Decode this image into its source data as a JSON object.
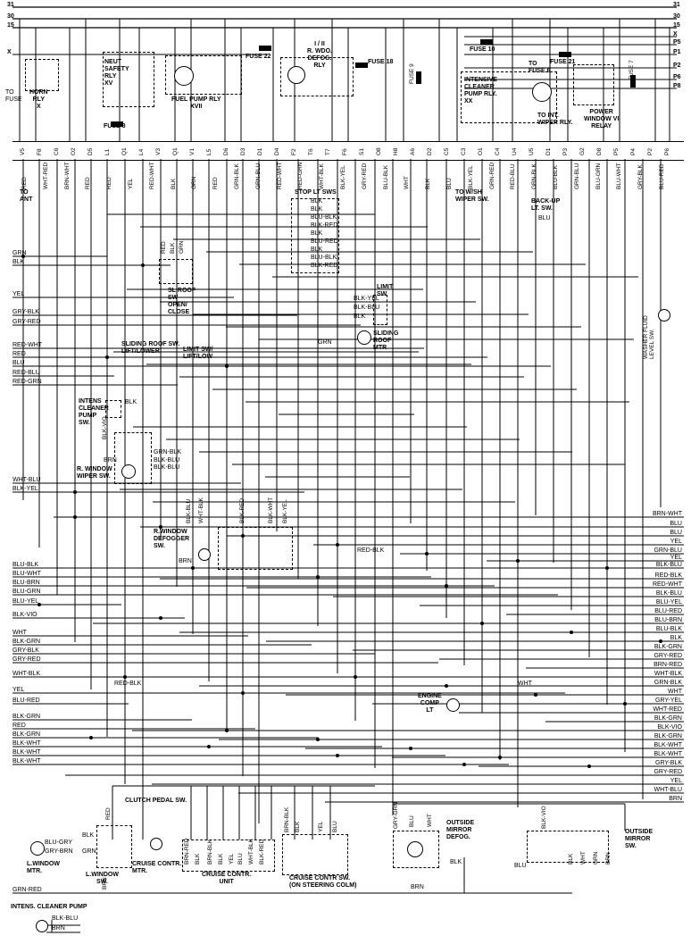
{
  "top_rails": [
    "31",
    "30",
    "15",
    "X"
  ],
  "right_rails": [
    "31",
    "30",
    "15",
    "X",
    "P5",
    "P1",
    "P2",
    "P6",
    "P8"
  ],
  "connector_pins": [
    "V5",
    "F8",
    "C6",
    "O2",
    "D5",
    "L1",
    "Q1",
    "L4",
    "V3",
    "Q1",
    "V1",
    "L5",
    "D6",
    "D3",
    "D1",
    "D4",
    "F2",
    "T6",
    "T7",
    "F6",
    "S1",
    "O8",
    "H8",
    "A6",
    "D2",
    "C5",
    "C3",
    "O1",
    "C4",
    "U4",
    "U5",
    "D1",
    "P3",
    "G2",
    "D8",
    "P5",
    "P4",
    "P2",
    "P6"
  ],
  "connector_wires": [
    "RED",
    "WHT-RED",
    "BRN-WHT",
    "RED",
    "RED",
    "YEL",
    "RED-WHT",
    "BLK",
    "GRN",
    "RED",
    "GRN-BLK",
    "GRN-BLU",
    "RED-WHT",
    "RED-GRN",
    "WHT-BLK",
    "BLK-YEL",
    "GRY-RED",
    "BLU-BLK",
    "WHT",
    "BLK",
    "BLU",
    "BLK-YEL",
    "GRN-RED",
    "RED-BLU",
    "GRN-BLK",
    "BLU-BLK",
    "GRN-BLU",
    "BLU-GRN",
    "BLU-WHT",
    "GRY-BLK",
    "BLU-RED"
  ],
  "left_wires": [
    "GRN",
    "BLK",
    "YEL",
    "GRY-BLK",
    "GRY-RED",
    "RED-WHT",
    "RED",
    "BLU",
    "RED-BLU",
    "RED-GRN",
    "WHT-BLU",
    "BLK-YEL",
    "BLU-BLK",
    "BLU-WHT",
    "BLU-BRN",
    "BLU-GRN",
    "BLU-YEL",
    "BLK-VIO",
    "WHT",
    "BLK-GRN",
    "GRY-BLK",
    "GRY-RED",
    "WHT-BLK",
    "YEL",
    "BLU-RED",
    "BLK-GRN",
    "RED",
    "BLK-GRN",
    "BLK-WHT",
    "BLK-WHT",
    "BLK-WHT",
    "GRN-RED"
  ],
  "right_wires": [
    "BRN-WHT",
    "BLU",
    "BLU",
    "YEL",
    "GRN-BLU",
    "YEL",
    "BLK-BLU",
    "RED-BLK",
    "RED-WHT",
    "BLK-BLU",
    "BLU-YEL",
    "BLU-RED",
    "BLU-BRN",
    "BLU-BLK",
    "BLK",
    "BLK-GRN",
    "GRY-RED",
    "BRN-RED",
    "WHT-BLK",
    "GRN-BLK",
    "WHT",
    "GRY-YEL",
    "WHT-RED",
    "BLK-GRN",
    "BLK-VIO",
    "BLK-GRN",
    "BLK-WHT",
    "BLK-WHT",
    "GRY-BLK",
    "GRY-RED",
    "YEL",
    "WHT-BLU",
    "BRN"
  ],
  "fuses": [
    "FUSE 8",
    "FUSE 22",
    "FUSE 18",
    "FUSE 9",
    "FUSE 10",
    "FUSE 21",
    "FUSE 7"
  ],
  "labels": {
    "to_fuse": "TO\nFUSE",
    "horn_rly": "HORN\nRLY\nX",
    "neut_safety": "NEUT\nSAFETY\nRLY\nXV",
    "fuel_pump_rly": "FUEL PUMP RLY\nXVII",
    "wdo_defog_rly": "I / II\nR. WDO.\nDEFOG.\nRLY",
    "intensive_cleaner": "INTENSIVE\nCLEANER\nPUMP RLY.\nXX",
    "to_fuse_6": "TO\nFUSE 6",
    "to_int_wiper": "TO INT.\nWIPER RLY.",
    "power_window_relay": "POWER\nWINDOW VI\nRELAY",
    "to_ant": "TO\nANT",
    "stop_lt_sws": "STOP LT SWS",
    "to_wsh_wiper": "TO W/SH\nWIPER SW.",
    "backup_lt_sw": "BACK-UP\nLT. SW.",
    "sl_roof_sw": "SL.ROOF\nSW\nOPEN/\nCLOSE",
    "sliding_roof_sw": "SLIDING ROOF SW.\nLIFT/LOWER",
    "limit_sw_lift": "LIMIT SW/\nLIFT/LOW",
    "limit_sw": "LIMIT\nSW",
    "sliding_roof_mtr": "SLIDING\nROOF\nMTR",
    "washer_fluid": "WASHER FLUID\nLEVEL SW.",
    "intens_cleaner_sw": "INTENS\nCLEANER\nPUMP\nSW.",
    "r_window_wiper": "R. WINDOW\nWIPER SW.",
    "r_window_defogger": "R.WINDOW\nDEFOGGER\nSW.",
    "engine_comp": "ENGINE\nCOMP\nLT",
    "clutch_pedal": "CLUTCH PEDAL SW.",
    "l_window_mtr": "L.WINDOW\nMTR.",
    "l_window_sw": "L.WINDOW\nSW.",
    "cruise_mtr": "CRUISE CONTR.\nMTR.",
    "cruise_unit": "CRUISE CONTR.\nUNIT",
    "cruise_sw": "CRUISE CONTR SW.\n(ON STEERING COLM)",
    "outside_mirror_defog": "OUTSIDE\nMIRROR\nDEFOG.",
    "outside_mirror_sw": "OUTSIDE\nMIRROR\nSW.",
    "intens_cleaner_pump": "INTENS. CLEANER PUMP",
    "red_blk": "RED-BLK",
    "wht": "WHT",
    "stop_lt_wires": [
      "BLK",
      "BLK",
      "BLU-BLK",
      "BLK-RED",
      "BLK",
      "BLU-RED",
      "BLK",
      "BLU-BLK",
      "BLK-RED"
    ],
    "limit_wires": [
      "BLK-YEL",
      "BLK-BLU",
      "BLK"
    ],
    "roof_wires": [
      "RED",
      "BLK",
      "GRN"
    ],
    "wiper_wires": [
      "BLK-VIO",
      "GRN-BLK",
      "BLK-BLU",
      "BLK-BLU",
      "BRN"
    ],
    "defog_wires": [
      "BLK-BLU",
      "WHT-BLK",
      "BLK-RED",
      "BLK-WHT",
      "BLK-YEL",
      "BRN"
    ],
    "lwin_wires": [
      "BLU-GRY",
      "GRY-BRN",
      "BLK",
      "GRN",
      "RED",
      "BRN"
    ],
    "cruise_wires": [
      "BRN-RED",
      "BLK",
      "BRN-BLK",
      "BLK",
      "YEL",
      "BLU",
      "WHT-BLK",
      "BLK-RED",
      "BRN-BLK",
      "BLK",
      "YEL",
      "BLU"
    ],
    "mirror_wires": [
      "GRY-GRN",
      "BLU",
      "WHT",
      "BLK",
      "BRN",
      "BLK-VIO",
      "BLU",
      "BLK",
      "WHT",
      "GRN",
      "BRN"
    ],
    "pump_wires": [
      "BLK-BLU",
      "BRN"
    ],
    "grn_label": "GRN",
    "blu_label": "BLU",
    "brn_label": "BRN",
    "blk_label": "BLK"
  }
}
